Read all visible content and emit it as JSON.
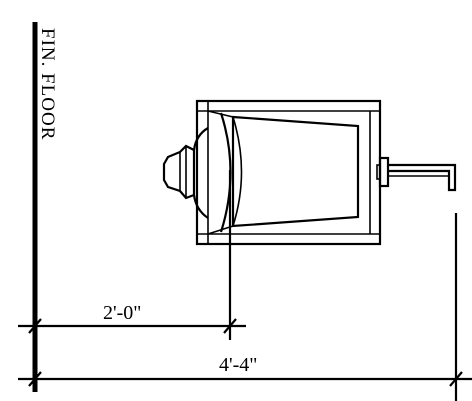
{
  "labels": {
    "floor": "FIN. FLOOR",
    "dim_short": "2'-0\"",
    "dim_long": "4'-4\""
  }
}
